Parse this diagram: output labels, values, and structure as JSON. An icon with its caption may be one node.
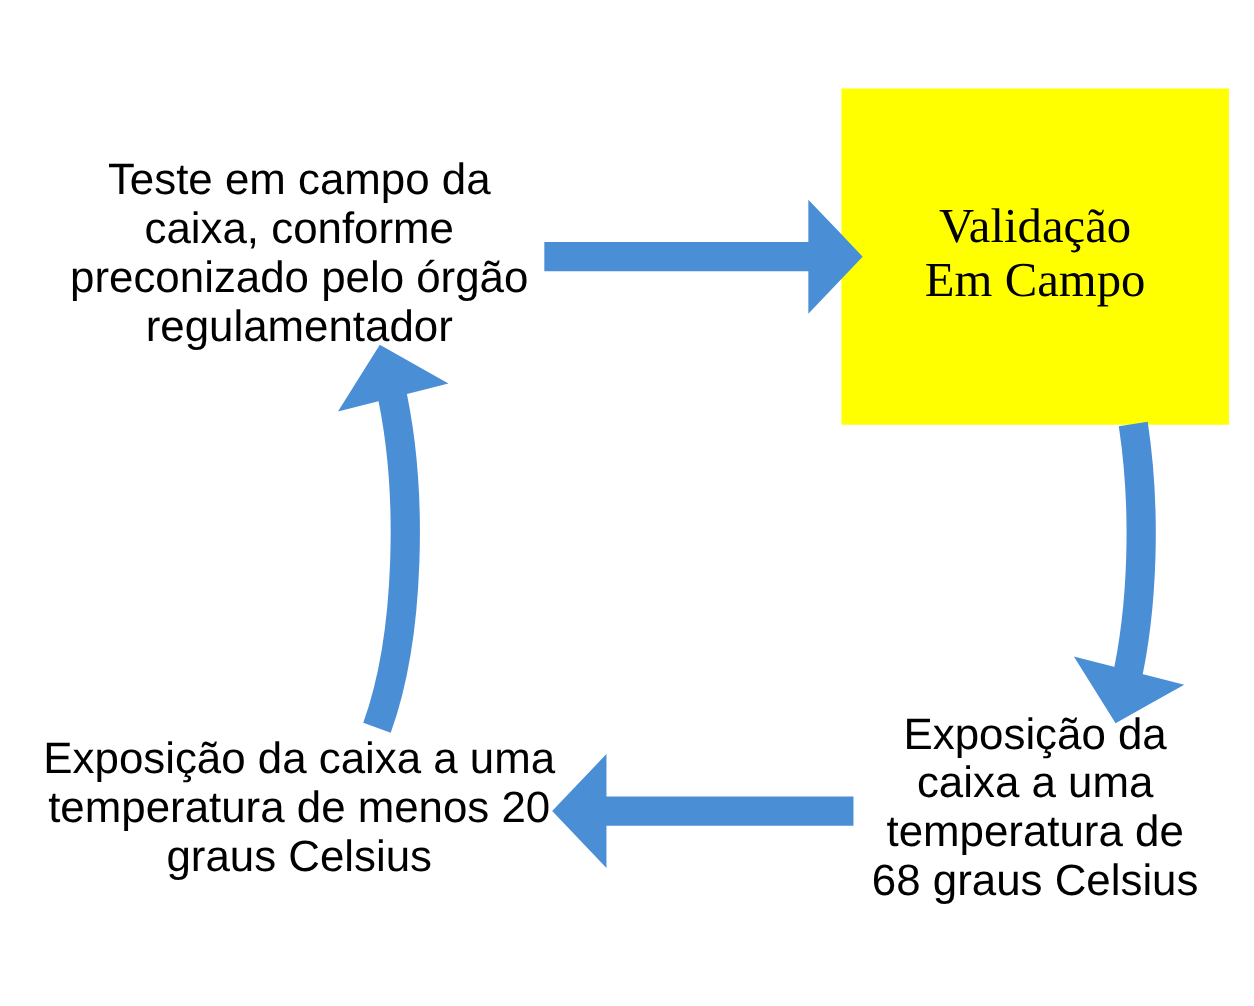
{
  "diagram": {
    "nodes": [
      {
        "text": [
          "Teste em campo da caixa, conforme preconizado pelo órgão regulamentador"
        ]
      },
      {
        "text": [
          "Validação Em Campo"
        ]
      },
      {
        "text": [
          "Exposição da caixa a uma temperatura de 68 graus Celsius"
        ]
      },
      {
        "text": [
          "Exposição da caixa a uma temperatura de menos 20 graus Celsius"
        ]
      }
    ],
    "edges": [
      {
        "from": 0,
        "to": 1,
        "arrow": "to"
      },
      {
        "from": 1,
        "to": 2,
        "arrow": "to"
      },
      {
        "from": 2,
        "to": 3,
        "arrow": "to"
      },
      {
        "from": 3,
        "to": 0,
        "arrow": "to"
      }
    ]
  }
}
